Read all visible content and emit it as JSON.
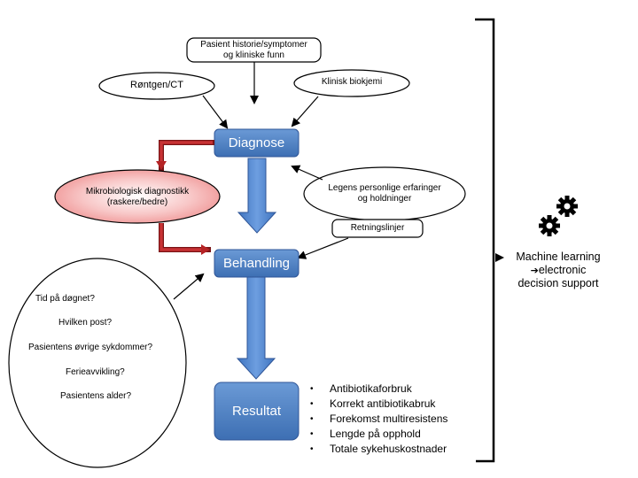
{
  "nodes": {
    "patient_history": {
      "line1": "Pasient historie/symptomer",
      "line2": "og kliniske funn"
    },
    "rontgen": "Røntgen/CT",
    "klinisk_biokjemi": "Klinisk biokjemi",
    "diagnose": "Diagnose",
    "mikrobiologisk": {
      "line1": "Mikrobiologisk diagnostikk",
      "line2": "(raskere/bedre)"
    },
    "legens": {
      "line1": "Legens personlige erfaringer",
      "line2": "og holdninger"
    },
    "retningslinjer": "Retningslinjer",
    "behandling": "Behandling",
    "resultat": "Resultat"
  },
  "questions": [
    "Tid på døgnet?",
    "Hvilken post?",
    "Pasientens øvrige sykdommer?",
    "Ferieavvikling?",
    "Pasientens alder?"
  ],
  "outcomes": [
    "Antibiotikaforbruk",
    "Korrekt antibiotikabruk",
    "Forekomst multiresistens",
    "Lengde på opphold",
    "Totale sykehuskostnader"
  ],
  "machine_learning": {
    "line1": "Machine learning",
    "line2": "electronic",
    "line3": "decision support",
    "arrow_glyph": "➔"
  },
  "icons": [
    "gear-icon",
    "gear-icon"
  ],
  "colors": {
    "blue_box": "#4a7fc1",
    "blue_box_stroke": "#2f5597",
    "red_connector": "#c0282a",
    "pink_fill": "#f4a7a7",
    "arrow_blue": "#4a80c9"
  }
}
